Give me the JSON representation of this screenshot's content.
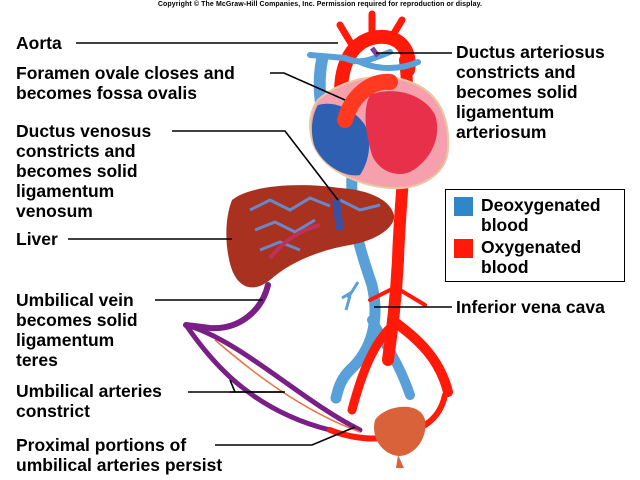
{
  "copyright": "Copyright © The McGraw-Hill Companies, Inc. Permission required for reproduction or display.",
  "labels": {
    "aorta": "Aorta",
    "foramen_ovale": "Foramen ovale closes and\nbecomes fossa ovalis",
    "ductus_venosus": "Ductus venosus\nconstricts and\nbecomes solid\nligamentum\nvenosum",
    "liver": "Liver",
    "umbilical_vein": "Umbilical vein\nbecomes solid\nligamentum\nteres",
    "umbilical_arteries": "Umbilical arteries\nconstrict",
    "proximal_portions": "Proximal portions of\numbilical arteries persist",
    "ductus_arteriosus": "Ductus arteriosus\nconstricts and\nbecomes solid\nligamentum\narteriosum",
    "inferior_vena_cava": "Inferior vena cava"
  },
  "legend": {
    "items": [
      {
        "label": "Deoxygenated\nblood",
        "color": "#2f86c8"
      },
      {
        "label": "Oxygenated\nblood",
        "color": "#ff1a0a"
      }
    ]
  },
  "colors": {
    "oxygenated": "#ff1a0a",
    "deoxygenated": "#5aa0d8",
    "liver": "#a8321f",
    "ligament": "#7a1f86",
    "heart_wall": "#f07a8c",
    "bladder": "#d9623a"
  }
}
